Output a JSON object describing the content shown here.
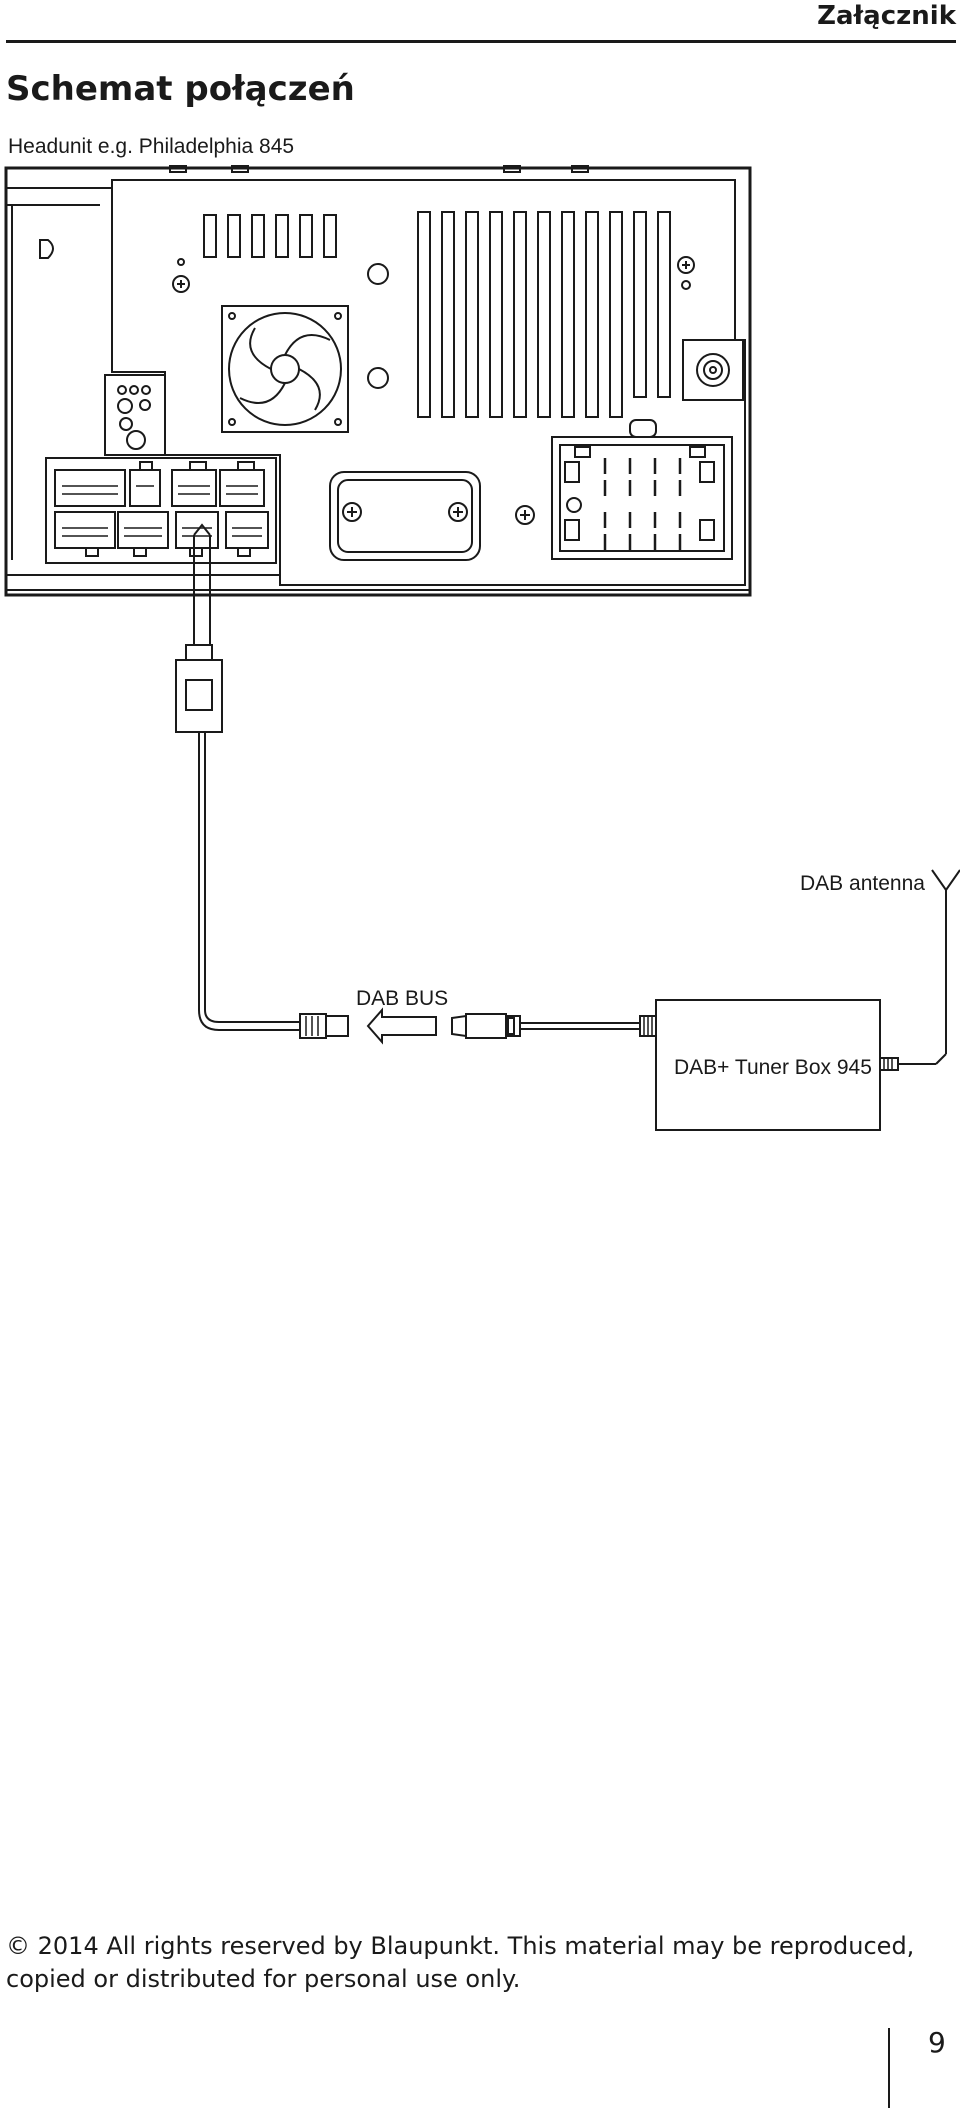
{
  "header": {
    "section": "Załącznik"
  },
  "title": "Schemat połączeń",
  "subtitle": "Headunit e.g. Philadelphia 845",
  "diagram": {
    "labels": {
      "antenna": "DAB antenna",
      "bus": "DAB BUS",
      "tuner_box": "DAB+ Tuner Box 945"
    },
    "icons": [
      "antenna-icon",
      "arrow-left-icon",
      "fan-icon",
      "screw-icon"
    ]
  },
  "footer": {
    "copyright": "© 2014 All rights reserved by Blaupunkt. This material may be reproduced, copied or distributed for personal use only."
  },
  "page_number": "9"
}
